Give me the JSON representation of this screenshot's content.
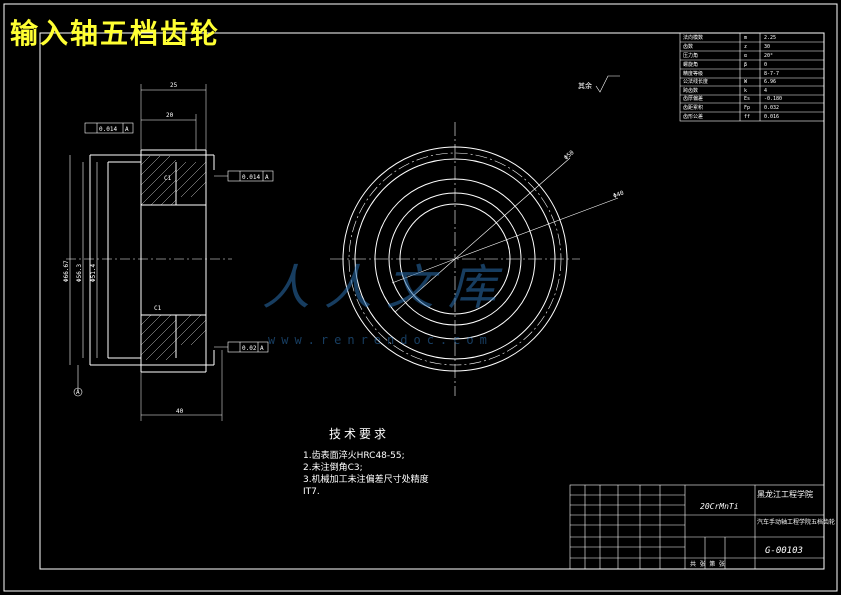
{
  "title": "输入轴五档齿轮",
  "watermark": {
    "text": "人人文库",
    "url": "www.renrendoc.com"
  },
  "tech_requirements": {
    "title": "技术要求",
    "lines": [
      "1.齿表面淬火HRC48-55;",
      "2.未注倒角C3;",
      "3.机械加工未注偏差尺寸处精度",
      "IT7."
    ]
  },
  "roughness_note": "其余",
  "title_block": {
    "school": "黑龙江工程学院",
    "part_name": "汽车手动轴工程学院五档齿轮",
    "drawing_number": "G-00103",
    "scale_label": "共 张 第 张",
    "material": "20CrMnTi"
  },
  "params_table": [
    [
      "法向模数",
      "m",
      "2.25"
    ],
    [
      "齿数",
      "z",
      "30"
    ],
    [
      "压力角",
      "α",
      "20°"
    ],
    [
      "螺旋角",
      "β",
      "0"
    ],
    [
      "精度等级",
      "",
      "8-7-7"
    ],
    [
      "公法线长度",
      "W",
      "6.96"
    ],
    [
      "跨齿数",
      "k",
      "4"
    ],
    [
      "齿厚偏差",
      "Es",
      "-0.180"
    ],
    [
      "齿距累积",
      "Fp",
      "0.032"
    ],
    [
      "齿形公差",
      "ff",
      "0.016"
    ]
  ],
  "annotations": {
    "flatness_1": "0.014",
    "flatness_2": "0.014",
    "runout": "0.02",
    "datum": "A",
    "dim_top_1": "25",
    "dim_top_2": "20",
    "dim_bottom": "40",
    "dia_outer": "Φ66.67",
    "dia_bore": "Φ56.3",
    "dia_inner": "Φ51.4",
    "chamfer_1": "C1",
    "chamfer_2": "C1",
    "circle_1": "Φ50",
    "circle_2": "Φ40"
  }
}
